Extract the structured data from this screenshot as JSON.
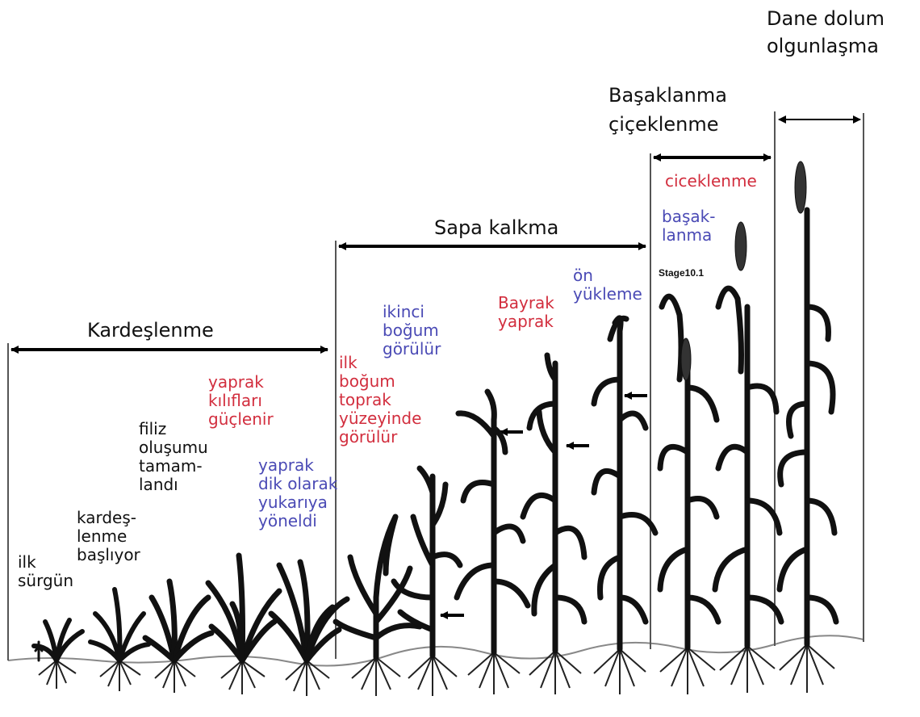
{
  "stages": {
    "tillering": "Kardeşlenme",
    "stem_elongation": "Sapa kalkma",
    "heading_flowering": "Başaklanma\nçiçeklenme",
    "grain_filling": "Dane dolum\nolgunlaşma"
  },
  "annotations": {
    "first_shoot": "ilk\nsürgün",
    "tillering_begins": "kardeş-\nlenme\nbaşlıyor",
    "shoot_formation": "filiz\noluşumu\ntamam-\nlandı",
    "sheaths_strengthen": "yaprak\nkılıfları\ngüçlenir",
    "leaves_upright": "yaprak\ndik olarak\nyukarıya\nyöneldi",
    "first_node": "ilk\nboğum\ntoprak\nyüzeyinde\ngörülür",
    "second_node": "ikinci\nboğum\ngörülür",
    "flag_leaf": "Bayrak\nyaprak",
    "pre_booting": "ön\nyükleme",
    "heading": "başak-\nlanma",
    "flowering": "ciceklenme",
    "stage_code": "Stage10.1"
  },
  "colors": {
    "red_label": "#d22e3e",
    "blue_label": "#4a4ab5",
    "plant": "#111111"
  }
}
